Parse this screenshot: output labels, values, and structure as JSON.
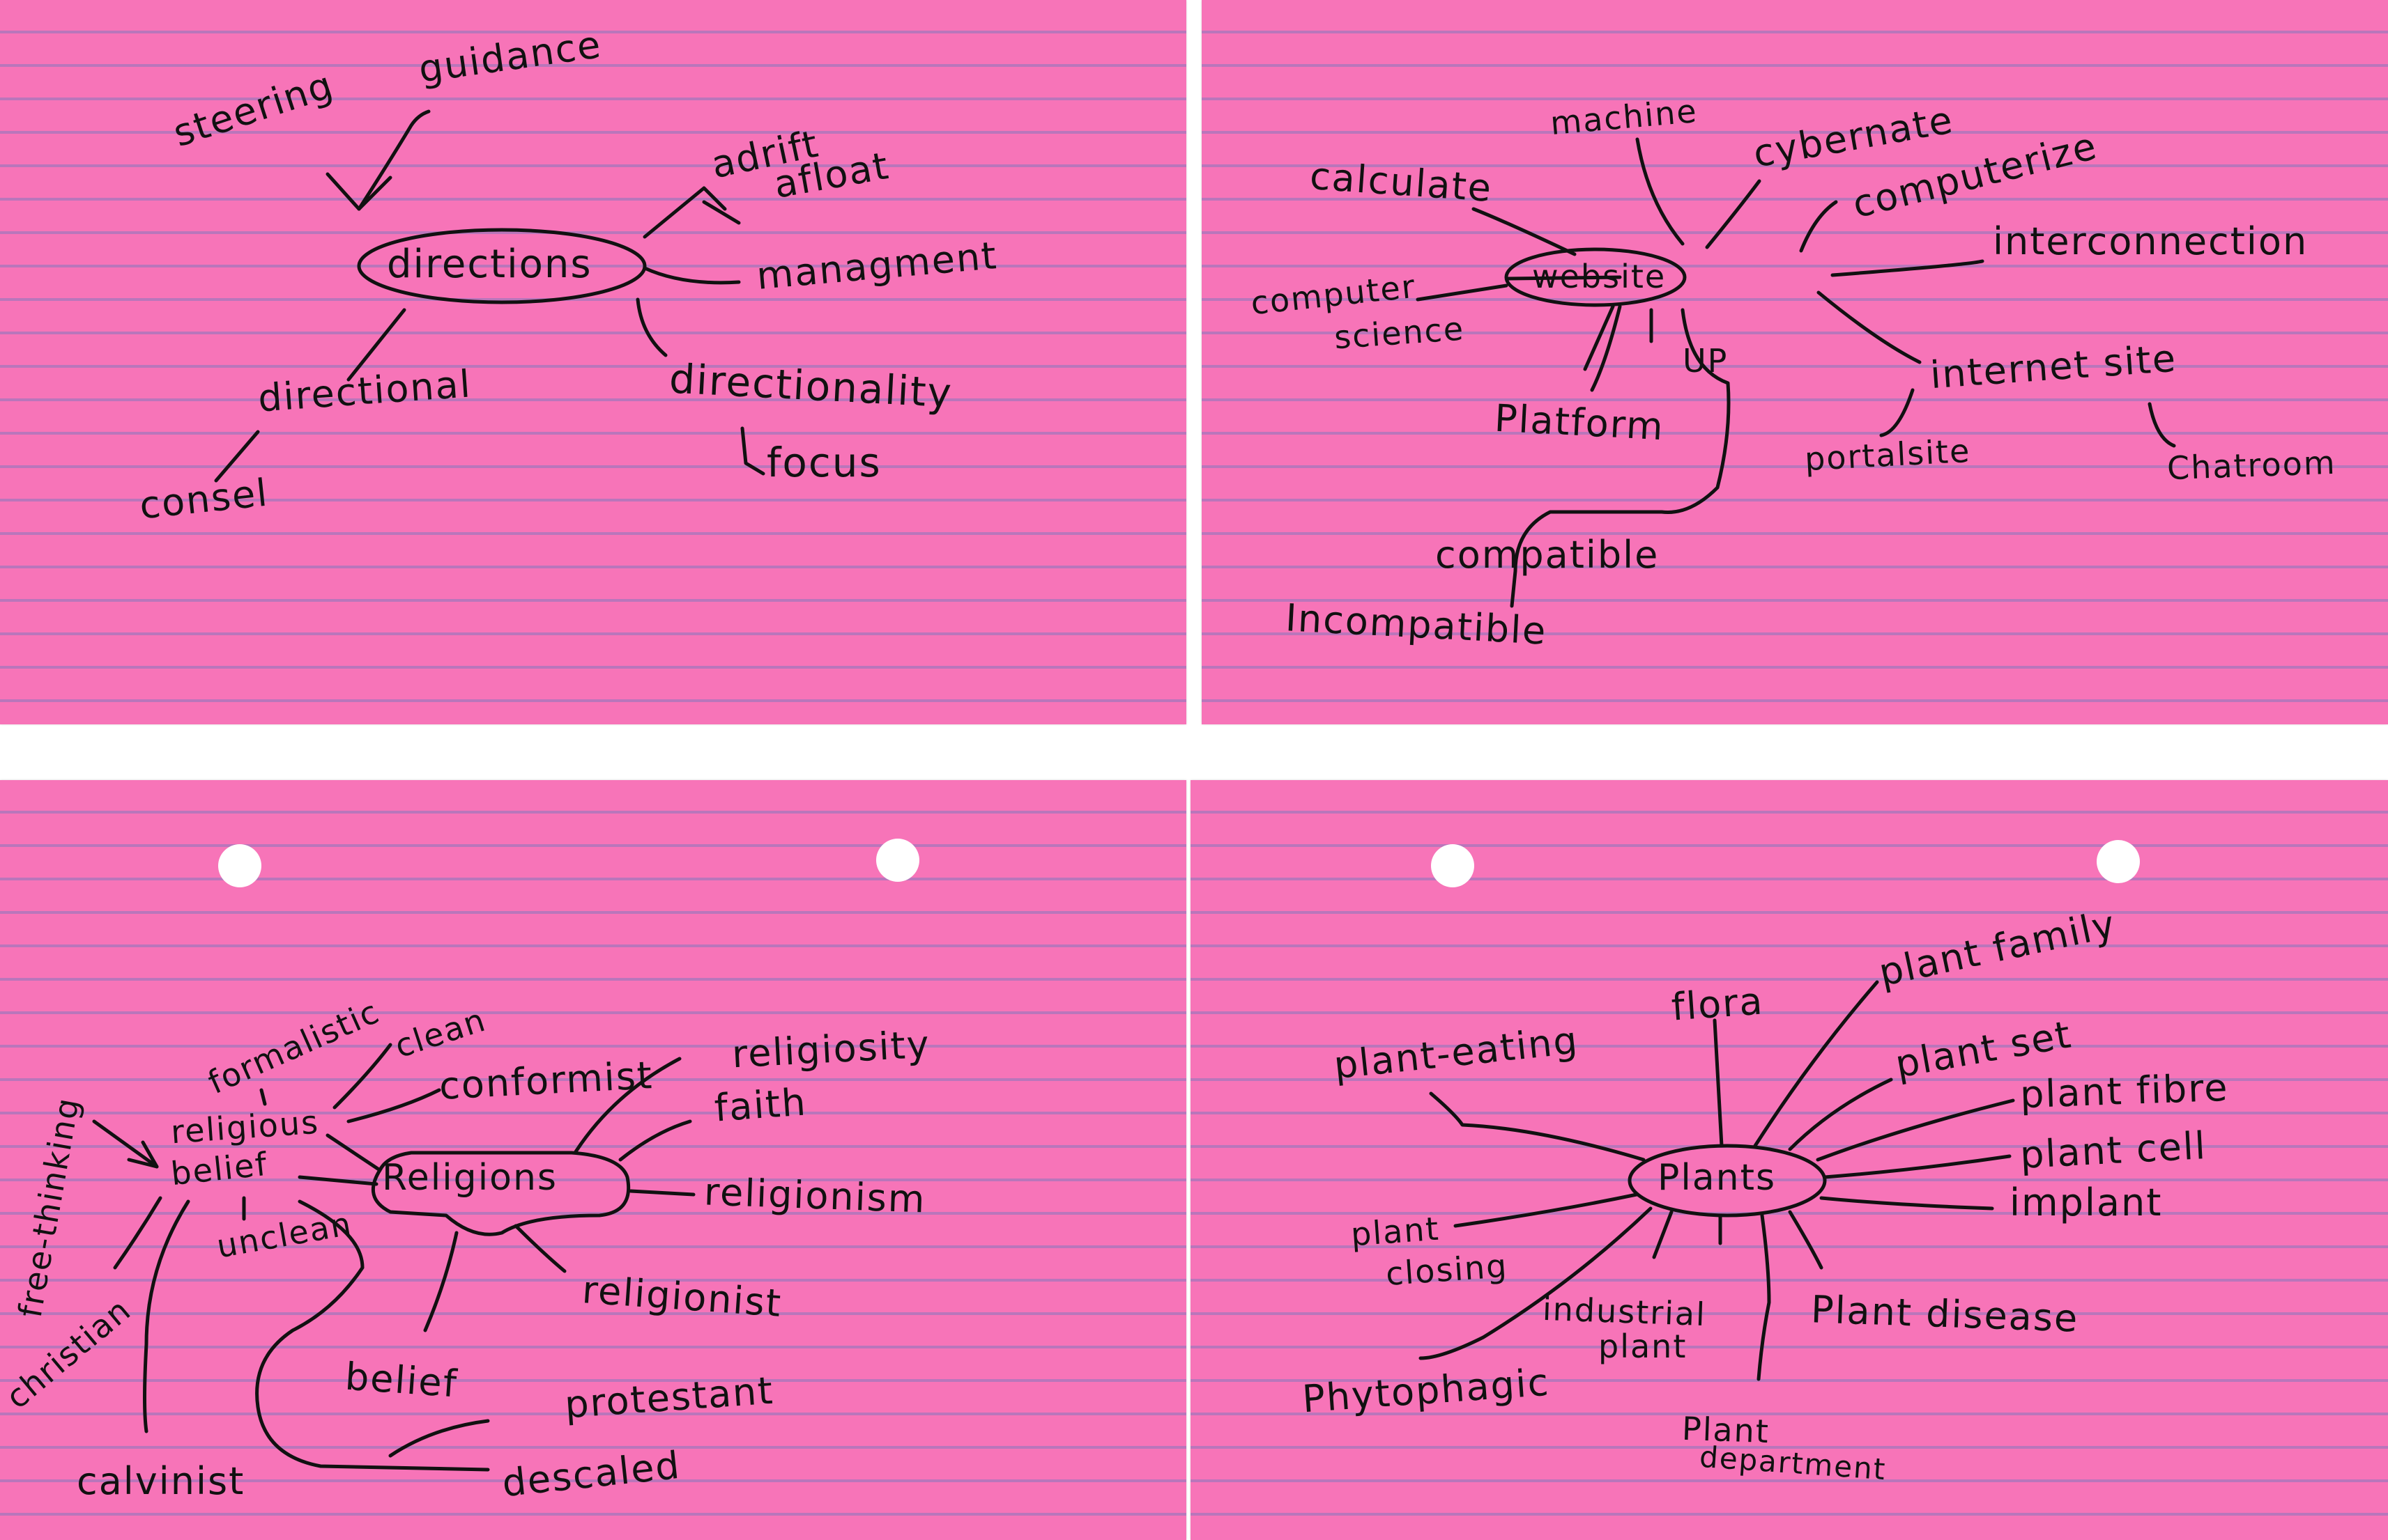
{
  "mindmaps": [
    {
      "center": "directions",
      "words": {
        "steering": "steering",
        "guidance": "guidance",
        "adrift": "adrift",
        "afloat": "afloat",
        "managment": "managment",
        "directional": "directional",
        "consel": "consel",
        "directionality": "directionality",
        "focus": "focus"
      }
    },
    {
      "center": "website",
      "words": {
        "machine": "machine",
        "cybernate": "cybernate",
        "calculate": "calculate",
        "computerize": "computerize",
        "interconnection": "interconnection",
        "computer": "computer",
        "science": "science",
        "up": "UP",
        "internet_site": "internet site",
        "platform": "Platform",
        "portal_site": "portalsite",
        "chatroom": "Chatroom",
        "compatible": "compatible",
        "incompatible": "Incompatible"
      }
    },
    {
      "center": "Religions",
      "words": {
        "free_thinking": "free-thinking",
        "formalistic": "formalistic",
        "clean": "clean",
        "conformist": "conformist",
        "religiosity": "religiosity",
        "religious": "religious",
        "belief": "belief",
        "faith": "faith",
        "religionism": "religionism",
        "unclean": "unclean",
        "christian": "christian",
        "religionist": "religionist",
        "belief2": "belief",
        "protestant": "protestant",
        "calvinist": "calvinist",
        "descaled": "descaled"
      }
    },
    {
      "center": "Plants",
      "words": {
        "plant_family": "plant family",
        "flora": "flora",
        "plant_eating": "plant-eating",
        "plant_set": "plant set",
        "plant_fibre": "plant fibre",
        "plant_cell": "plant cell",
        "implant": "implant",
        "plant": "plant",
        "closing": "closing",
        "industrial": "industrial",
        "plant2": "plant",
        "plant_disease": "Plant disease",
        "phytophagic": "Phytophagic",
        "plant3": "Plant",
        "department": "department"
      }
    }
  ]
}
